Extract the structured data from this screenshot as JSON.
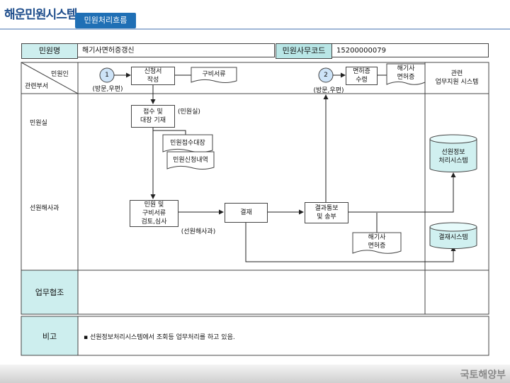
{
  "app_title": "해운민원시스템",
  "section_tab": "민원처리흐름",
  "header": {
    "petition_name_label": "민원명",
    "petition_name_value": "해기사면허증갱신",
    "petition_code_label": "민원사무코드",
    "petition_code_value": "15200000079"
  },
  "flow_header": {
    "petitioner": "민원인",
    "related_dept": "관련부서",
    "related_system": "관련\n업무지원 시스템"
  },
  "rows": {
    "petition_office": "민원실",
    "crew_division": "선원해사과"
  },
  "steps": {
    "step1_num": "1",
    "step1_note": "(방문,우편)",
    "step2_num": "2",
    "step2_note": "(방문,우편)",
    "application": "신청서\n작성",
    "docs": "구비서류",
    "license_receive": "면허증\n수령",
    "license_doc_top": "해기사\n면허증",
    "receipt": "접수 및\n대장 기재",
    "receipt_dept": "(민원실)",
    "receipt_ledger": "민원접수대장",
    "petition_details": "민원신청내역",
    "review": "민원 및\n구비서류\n검토,심사",
    "review_dept": "(선원해사과)",
    "approval": "결재",
    "result_notice": "결과통보\n및 송부",
    "license_doc_bottom": "해기사\n면허증"
  },
  "systems": {
    "crew_info": "선원정보\n처리시스템",
    "approval_sys": "결재시스템"
  },
  "cooperation_label": "업무협조",
  "remarks_label": "비고",
  "remarks_text": "▪ 선원정보처리시스템에서 조회등 업무처리를 하고 있음.",
  "footer_logo": "국토해양부",
  "colors": {
    "label_bg": "#cdeeee",
    "tab_bg": "#1f6fb5",
    "title": "#1f4e8c"
  }
}
